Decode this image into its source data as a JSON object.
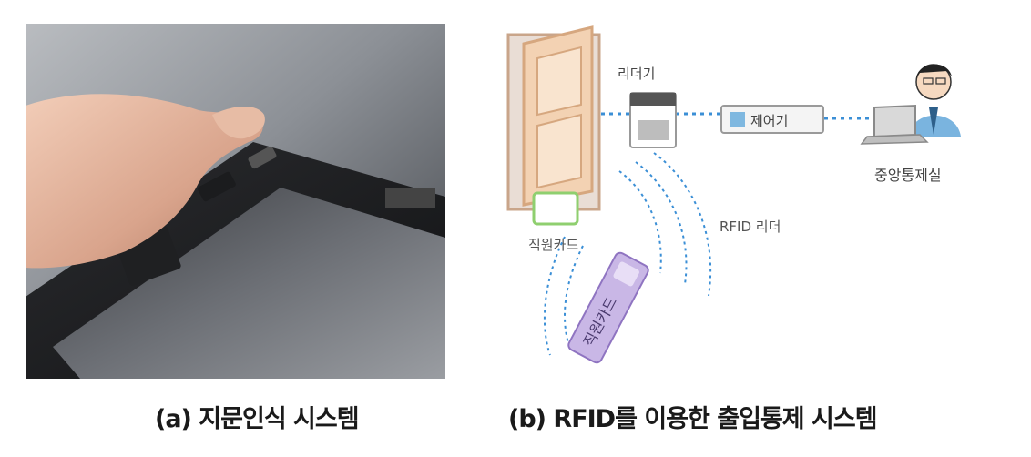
{
  "captions": {
    "a": "(a) 지문인식 시스템",
    "b": "(b) RFID를 이용한 출입통제 시스템"
  },
  "diagram": {
    "reader_label": "리더기",
    "controller_label": "제어기",
    "central_room_label": "중앙통제실",
    "rfid_reader_label": "RFID 리더",
    "card_label": "직원카드",
    "handheld_card_label": "직원카드"
  },
  "colors": {
    "link_dotted": "#3b8fd6",
    "door_frame": "#c9a58a",
    "door_panel": "#f3d2b3",
    "card_purple": "#a88fcf",
    "card_green": "#8fcf6f"
  }
}
